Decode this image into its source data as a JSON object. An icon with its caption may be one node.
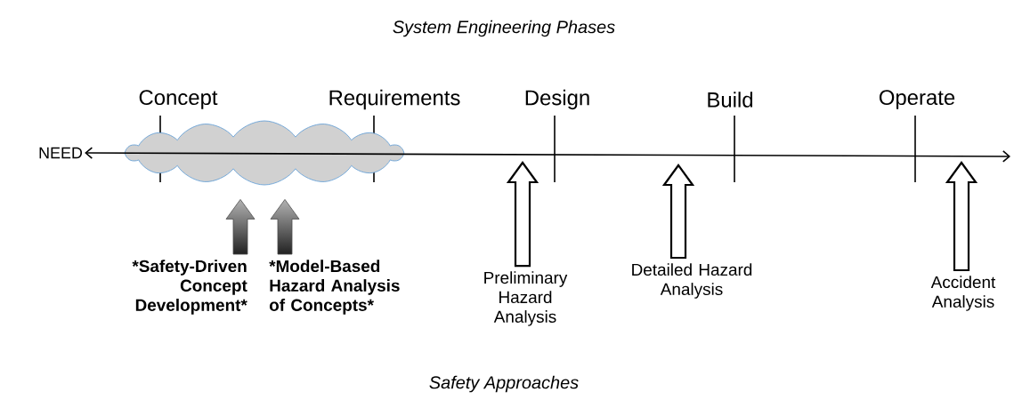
{
  "diagram": {
    "title": "System Engineering Phases",
    "caption": "Safety Approaches",
    "nodes": [
      {
        "text": [
          "NEED"
        ]
      },
      {
        "text": [],
        "shape": "cloud"
      },
      {
        "text": [
          "*Safety-Driven Concept Development*"
        ]
      },
      {
        "text": [
          "*Model-Based Hazard Analysis of Concepts*"
        ]
      },
      {
        "text": [
          "Preliminary Hazard Analysis"
        ]
      },
      {
        "text": [
          "Detailed Hazard Analysis"
        ]
      },
      {
        "text": [
          "Accident Analysis"
        ]
      }
    ],
    "edges": [
      {
        "from": 0,
        "to": null,
        "arrow": "both"
      },
      {
        "from": 2,
        "to": 1,
        "arrow": "to",
        "color": "#222222"
      },
      {
        "from": 3,
        "to": 1,
        "arrow": "to",
        "color": "#222222"
      },
      {
        "from": 4,
        "to": null,
        "arrow": "to"
      },
      {
        "from": 5,
        "to": null,
        "arrow": "to"
      },
      {
        "from": 6,
        "to": null,
        "arrow": "to"
      }
    ],
    "labels": [
      "Concept",
      "Requirements",
      "Design",
      "Build",
      "Operate"
    ]
  }
}
